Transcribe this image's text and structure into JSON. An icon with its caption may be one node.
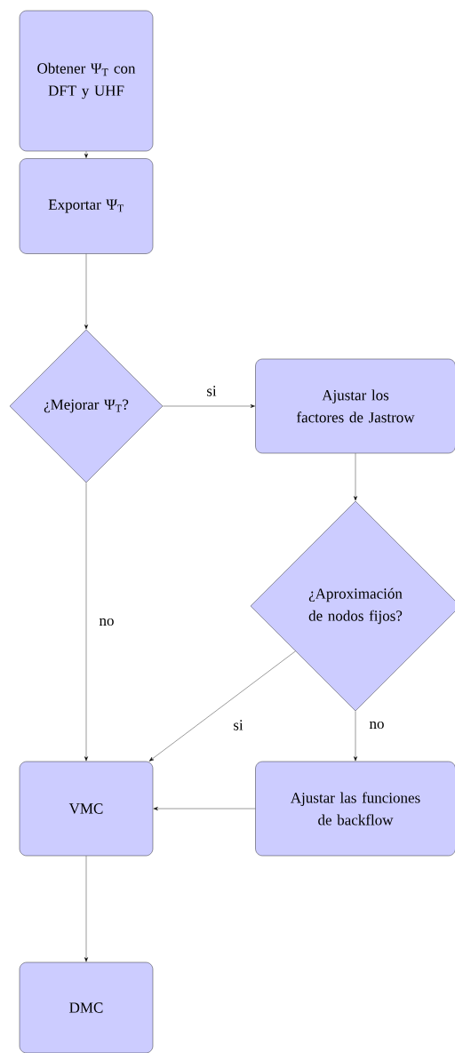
{
  "diagram": {
    "nodes": [
      {
        "text": [
          "Obtener Ψ$_{T}$ con DFT y UHF"
        ]
      },
      {
        "text": [
          "Exportar Ψ$_{T}$"
        ]
      },
      {
        "text": [
          "¿Mejorar Ψ$_{T}$?"
        ]
      },
      {
        "text": [
          "Ajustar los factores de Jastrow"
        ]
      },
      {
        "text": [
          "¿Aproximación de nodos fijos?"
        ]
      },
      {
        "text": [
          "VMC"
        ]
      },
      {
        "text": [
          "Ajustar las funciones de backflow"
        ]
      },
      {
        "text": [
          "DMC"
        ]
      }
    ],
    "edges": [
      {
        "from": 0,
        "to": 1,
        "arrow": "to"
      },
      {
        "from": 1,
        "to": 2,
        "arrow": "to"
      },
      {
        "from": 2,
        "to": 3,
        "arrow": "to",
        "label": "si"
      },
      {
        "from": 2,
        "to": 5,
        "arrow": "to",
        "label": "no"
      },
      {
        "from": 3,
        "to": 4,
        "arrow": "to"
      },
      {
        "from": 4,
        "to": 5,
        "arrow": "to",
        "label": "si"
      },
      {
        "from": 4,
        "to": 6,
        "arrow": "to",
        "label": "no"
      },
      {
        "from": 6,
        "to": 5,
        "arrow": "to"
      },
      {
        "from": 5,
        "to": 7,
        "arrow": "to"
      }
    ]
  }
}
